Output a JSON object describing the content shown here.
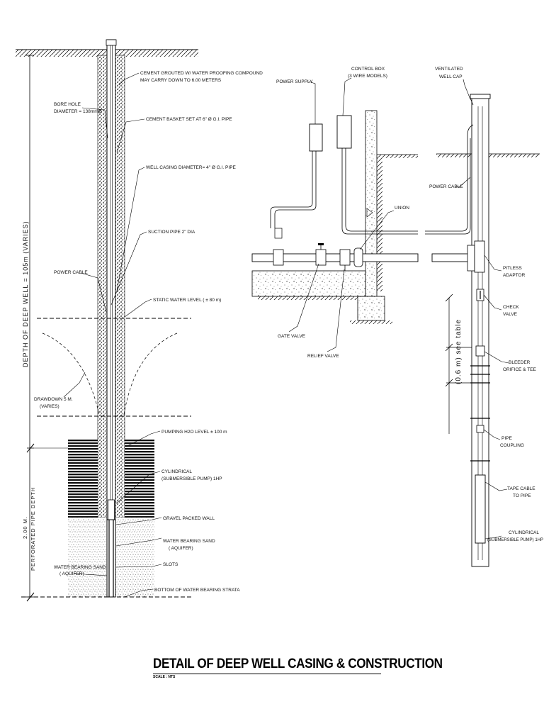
{
  "title": "DETAIL OF DEEP WELL CASING & CONSTRUCTION",
  "scale": "SCALE : NTS",
  "left_section": {
    "depth_dimension": "DEPTH OF DEEP WELL = 105m (VARIES)",
    "perforated_dimension_value": "2.00 M.",
    "perforated_dimension_label": "PERFORATED PIPE DEPTH",
    "labels": {
      "cement_grouted_1": "CEMENT GROUTED W/ WATER PROOFING COMPOUND",
      "cement_grouted_2": "MAY CARRY DOWN TO 6.00 METERS",
      "bore_hole_1": "BORE HOLE",
      "bore_hole_2": "DIAMETER = 138mmØ",
      "cement_basket": "CEMENT BASKET SET AT 6\" Ø G.I. PIPE",
      "well_casing": "WELL CASING DIAMETER= 4\" Ø G.I. PIPE",
      "suction_pipe": "SUCTION PIPE 2\" DIA",
      "power_cable": "POWER CABLE",
      "static_water": "STATIC WATER LEVEL ( ± 80 m)",
      "drawdown_1": "DRAWDOWN 5 M.",
      "drawdown_2": "(VARIES)",
      "pumping_level": "PUMPING H2O LEVEL   ± 100 m",
      "cylindrical_1": "CYLINDRICAL",
      "cylindrical_2": "(SUBMERSIBLE PUMP) 1HP",
      "gravel_packed": "GRAVEL PACKED WALL",
      "water_sand_1": "WATER BEARING SAND",
      "water_sand_2": "( AQUIFER)",
      "slots": "SLOTS",
      "water_bearing_left_1": "WATER BEARING SAND",
      "water_bearing_left_2": "( AQUIFER)",
      "bottom_strata": "BOTTOM OF WATER BEARING STRATA"
    }
  },
  "middle_section": {
    "labels": {
      "power_supply": "POWER SUPPLY",
      "control_box_1": "CONTROL BOX",
      "control_box_2": "(3 WIRE MODELS)",
      "union": "UNION",
      "gate_valve": "GATE VALVE",
      "relief_valve": "RELIEF VALVE"
    }
  },
  "right_section": {
    "spacing_dimension": "(0.6 m) see table",
    "labels": {
      "ventilated_1": "VENTILATED",
      "ventilated_2": "WELL CAP",
      "power_cable": "POWER CABLE",
      "pitless_1": "PITLESS",
      "pitless_2": "ADAPTOR",
      "check_1": "CHECK",
      "check_2": "VALVE",
      "bleeder_1": "BLEEDER",
      "bleeder_2": "ORIFICE & TEE",
      "pipe_coupling_1": "PIPE",
      "pipe_coupling_2": "COUPLING",
      "tape_cable_1": "TAPE CABLE",
      "tape_cable_2": "TO PIPE",
      "cylindrical_1": "CYLINDRICAL",
      "cylindrical_2": "(SUBMERSIBLE PUMP) 1HP"
    }
  }
}
